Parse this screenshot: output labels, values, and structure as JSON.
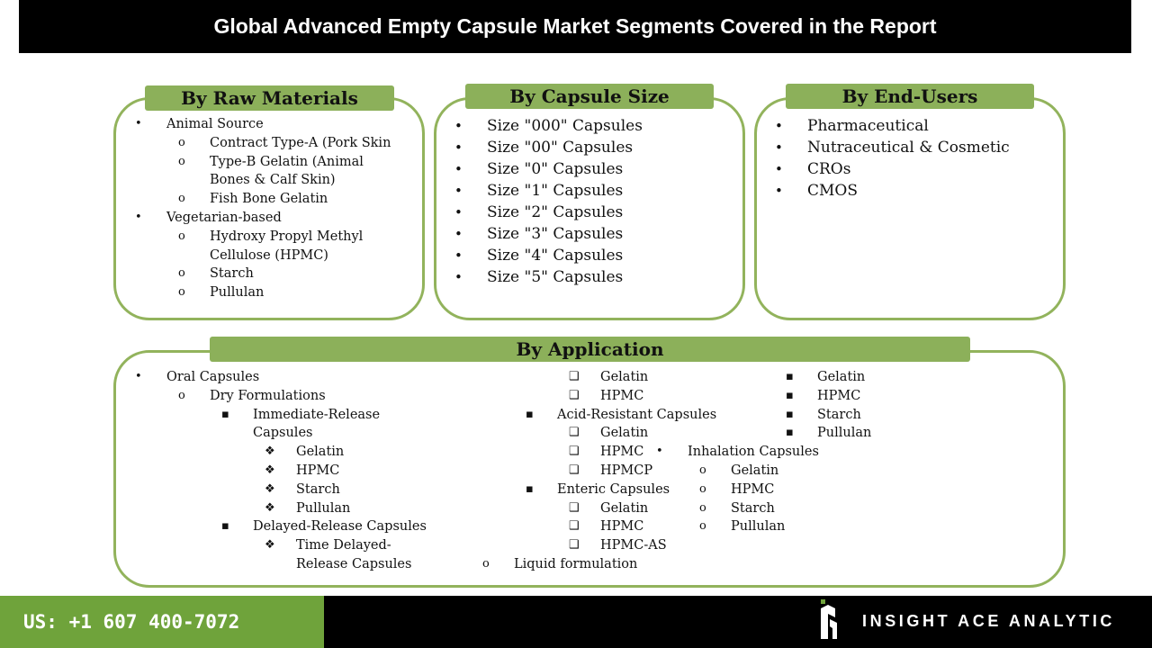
{
  "title": "Global Advanced Empty Capsule Market Segments Covered in the Report",
  "raw_materials": {
    "header": "By Raw Materials",
    "items": [
      {
        "level": 1,
        "marker": "•",
        "text": "Animal Source"
      },
      {
        "level": 2,
        "marker": "o",
        "text": "Contract Type-A (Pork Skin"
      },
      {
        "level": 2,
        "marker": "o",
        "text": "Type-B Gelatin (Animal"
      },
      {
        "level": 2,
        "marker": "",
        "text": "Bones & Calf Skin)"
      },
      {
        "level": 2,
        "marker": "o",
        "text": "Fish Bone Gelatin"
      },
      {
        "level": 1,
        "marker": "•",
        "text": "Vegetarian-based"
      },
      {
        "level": 2,
        "marker": "o",
        "text": "Hydroxy Propyl Methyl"
      },
      {
        "level": 2,
        "marker": "",
        "text": "Cellulose (HPMC)"
      },
      {
        "level": 2,
        "marker": "o",
        "text": "Starch"
      },
      {
        "level": 2,
        "marker": "o",
        "text": "Pullulan"
      }
    ]
  },
  "capsule_size": {
    "header": "By Capsule Size",
    "items": [
      "Size \"000\" Capsules",
      "Size \"00\" Capsules",
      "Size \"0\" Capsules",
      "Size \"1\" Capsules",
      "Size \"2\" Capsules",
      "Size \"3\" Capsules",
      "Size \"4\" Capsules",
      "Size \"5\" Capsules"
    ]
  },
  "end_users": {
    "header": "By End-Users",
    "items": [
      "Pharmaceutical",
      "Nutraceutical & Cosmetic",
      "CROs",
      "CMOS"
    ]
  },
  "application": {
    "header": "By Application",
    "col1": [
      {
        "level": 1,
        "marker": "•",
        "text": "Oral Capsules"
      },
      {
        "level": 2,
        "marker": "o",
        "text": "Dry Formulations"
      },
      {
        "level": 3,
        "marker": "▪",
        "text": "Immediate-Release"
      },
      {
        "level": 3,
        "marker": "",
        "text": "Capsules"
      },
      {
        "level": 4,
        "marker": "❖",
        "text": "Gelatin"
      },
      {
        "level": 4,
        "marker": "❖",
        "text": "HPMC"
      },
      {
        "level": 4,
        "marker": "❖",
        "text": "Starch"
      },
      {
        "level": 4,
        "marker": "❖",
        "text": "Pullulan"
      },
      {
        "level": 3,
        "marker": "▪",
        "text": "Delayed-Release Capsules"
      },
      {
        "level": 4,
        "marker": "❖",
        "text": "Time Delayed-"
      },
      {
        "level": 4,
        "marker": "",
        "text": "Release Capsules"
      }
    ],
    "col2": [
      {
        "level": 4,
        "marker": "❑",
        "text": "Gelatin"
      },
      {
        "level": 4,
        "marker": "❑",
        "text": "HPMC"
      },
      {
        "level": 3,
        "marker": "▪",
        "text": "Acid-Resistant Capsules"
      },
      {
        "level": 4,
        "marker": "❑",
        "text": "Gelatin"
      },
      {
        "level": 4,
        "marker": "❑",
        "text": "HPMC"
      },
      {
        "level": 4,
        "marker": "❑",
        "text": "HPMCP"
      },
      {
        "level": 3,
        "marker": "▪",
        "text": "Enteric Capsules"
      },
      {
        "level": 4,
        "marker": "❑",
        "text": "Gelatin"
      },
      {
        "level": 4,
        "marker": "❑",
        "text": "HPMC"
      },
      {
        "level": 4,
        "marker": "❑",
        "text": "HPMC-AS"
      },
      {
        "level": 2,
        "marker": "o",
        "text": "Liquid formulation"
      }
    ],
    "col3": [
      {
        "level": 4,
        "marker": "▪",
        "text": "Gelatin"
      },
      {
        "level": 4,
        "marker": "▪",
        "text": "HPMC"
      },
      {
        "level": 4,
        "marker": "▪",
        "text": "Starch"
      },
      {
        "level": 4,
        "marker": "▪",
        "text": "Pullulan"
      },
      {
        "level": 1,
        "marker": "•",
        "text": "Inhalation Capsules"
      },
      {
        "level": 2,
        "marker": "o",
        "text": "Gelatin"
      },
      {
        "level": 2,
        "marker": "o",
        "text": "HPMC"
      },
      {
        "level": 2,
        "marker": "o",
        "text": "Starch"
      },
      {
        "level": 2,
        "marker": "o",
        "text": "Pullulan"
      }
    ]
  },
  "footer": {
    "phone": "US: +1 607 400-7072",
    "brand": "INSIGHT ACE ANALYTIC"
  },
  "colors": {
    "accent_green": "#8cb05a",
    "border_green": "#92b35c",
    "footer_green": "#6fa33b",
    "dark": "#000000"
  }
}
